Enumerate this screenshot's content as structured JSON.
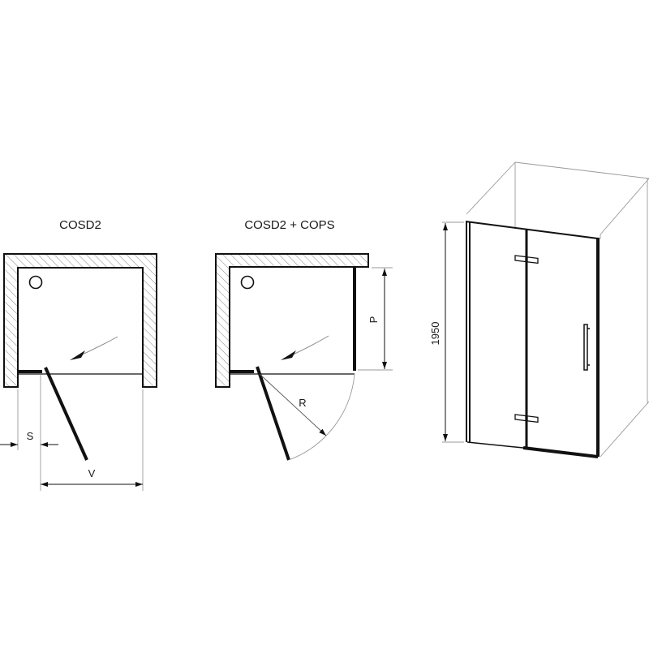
{
  "diagrams": [
    {
      "id": "cosd2",
      "title": "COSD2",
      "dimension_labels": {
        "s": "S",
        "v": "V"
      }
    },
    {
      "id": "cosd2-cops",
      "title": "COSD2 + COPS",
      "dimension_labels": {
        "p": "P",
        "r": "R"
      }
    },
    {
      "id": "perspective",
      "height_label": "1950"
    }
  ],
  "colors": {
    "line": "#111111",
    "thin_line": "#8a8a8a",
    "hatch": "#777777",
    "background": "#ffffff"
  }
}
